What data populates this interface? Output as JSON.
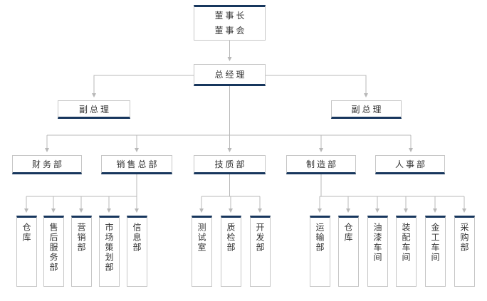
{
  "colors": {
    "accent": "#17365d",
    "box_border": "#c6c6c6",
    "line": "#b8b8b8",
    "text": "#333333",
    "background": "#ffffff"
  },
  "org_chart": {
    "root": {
      "line1": "董事长",
      "line2": "董事会"
    },
    "general_manager": "总经理",
    "vice_gm_left": "副总理",
    "vice_gm_right": "副总理",
    "departments": [
      "财务部",
      "销售总部",
      "技质部",
      "制造部",
      "人事部"
    ],
    "sales_children": [
      "仓库",
      "售后服务部",
      "营销部",
      "市场策划部",
      "信息部"
    ],
    "tech_children": [
      "测试室",
      "质检部",
      "开发部"
    ],
    "manufacturing_children": [
      "运输部",
      "仓库",
      "油漆车间",
      "装配车间",
      "金工车间",
      "采购部"
    ]
  }
}
